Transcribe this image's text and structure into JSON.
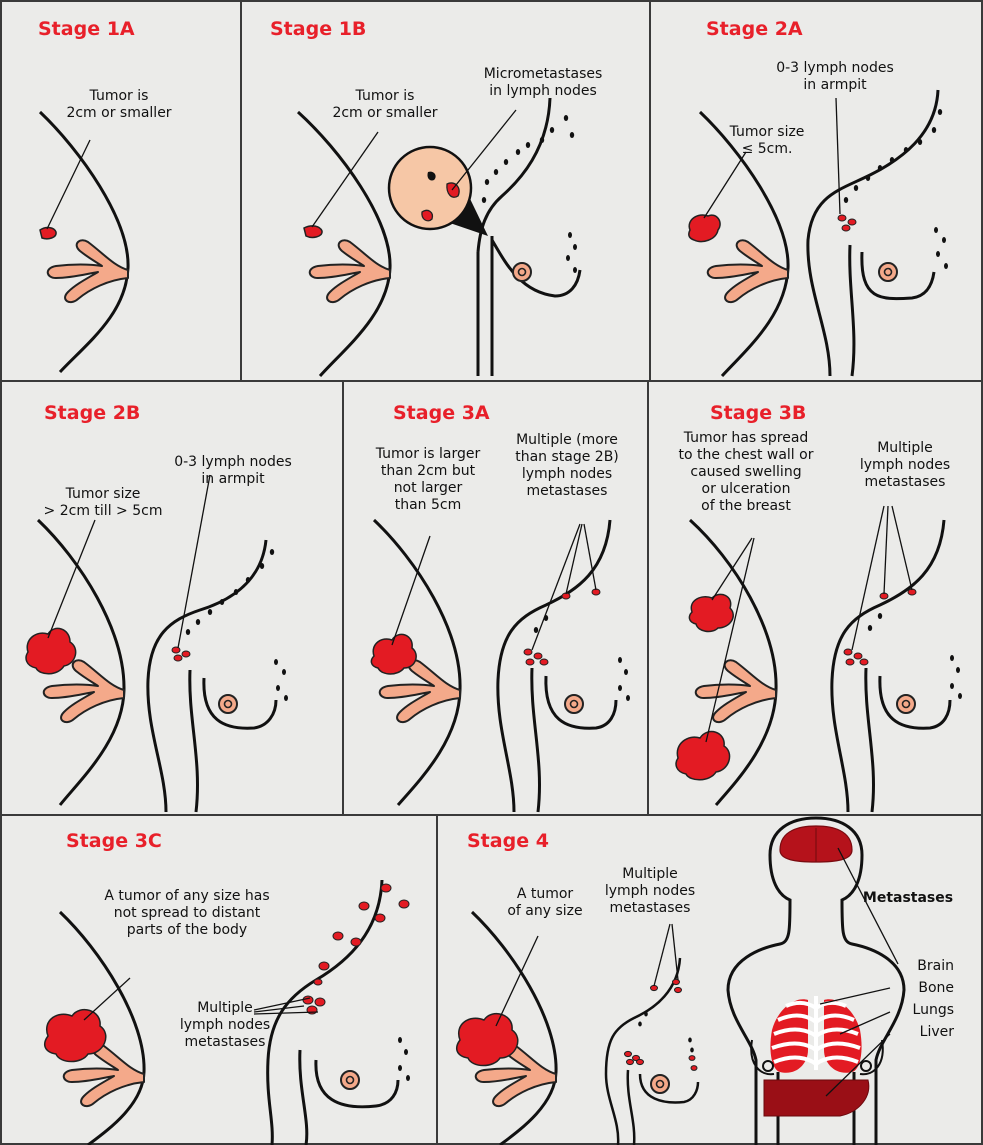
{
  "colors": {
    "accent": "#e8202a",
    "tumor": "#e31b23",
    "nipple": "#f4a98a",
    "panel_bg": "#ebebe9"
  },
  "stages": {
    "s1a": {
      "title": "Stage 1A",
      "tumor_label": "Tumor is\n2cm or smaller"
    },
    "s1b": {
      "title": "Stage 1B",
      "tumor_label": "Tumor is\n2cm or smaller",
      "node_label": "Micrometastases\nin lymph nodes"
    },
    "s2a": {
      "title": "Stage 2A",
      "node_label": "0-3 lymph nodes\nin armpit",
      "tumor_label": "Tumor size\n≤ 5cm."
    },
    "s2b": {
      "title": "Stage 2B",
      "node_label": "0-3 lymph nodes\nin armpit",
      "tumor_label": "Tumor size\n> 2cm till > 5cm"
    },
    "s3a": {
      "title": "Stage 3A",
      "tumor_label": "Tumor is larger\nthan 2cm but\nnot larger\nthan 5cm",
      "node_label": "Multiple (more\nthan stage 2B)\nlymph nodes\nmetastases"
    },
    "s3b": {
      "title": "Stage 3B",
      "tumor_label": "Tumor has spread\nto the chest wall or\ncaused swelling\nor ulceration\nof the breast",
      "node_label": "Multiple\nlymph nodes\nmetastases"
    },
    "s3c": {
      "title": "Stage 3C",
      "tumor_label": "A tumor of any size has\nnot spread to distant\nparts of the body",
      "node_label": "Multiple\nlymph nodes\nmetastases"
    },
    "s4": {
      "title": "Stage 4",
      "tumor_label": "A tumor\nof any size",
      "node_label": "Multiple\nlymph nodes\nmetastases",
      "metastases_title": "Metastases",
      "organs": [
        "Brain",
        "Bone",
        "Lungs",
        "Liver"
      ]
    }
  }
}
